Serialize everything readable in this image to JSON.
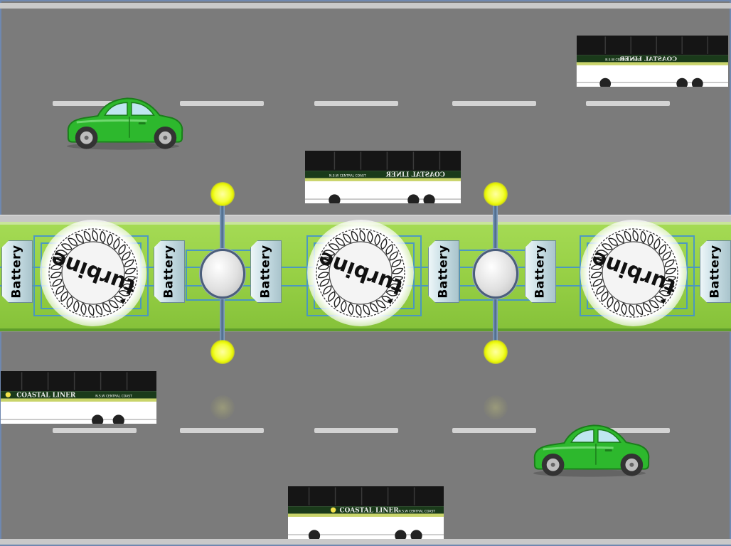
{
  "scene": {
    "colors": {
      "road": "#7b7b7b",
      "lane_line": "#d3d3d3",
      "median_green": "#98d146",
      "circuit_blue": "#3f8fd6",
      "lamp_yellow": "#f4ff3a",
      "car_green": "#2db82d",
      "bus_stripe": "#1a3a1a"
    },
    "batteries": [
      {
        "label": "Battery"
      },
      {
        "label": "Battery"
      },
      {
        "label": "Battery"
      },
      {
        "label": "Battery"
      },
      {
        "label": "Battery"
      },
      {
        "label": "Battery"
      }
    ],
    "turbines": [
      {
        "label": "turbine"
      },
      {
        "label": "turbine"
      },
      {
        "label": "turbine"
      }
    ],
    "buses": [
      {
        "brand": "COASTAL LINER",
        "sub": "N.S.W CENTRAL COAST",
        "mirrored": true
      },
      {
        "brand": "COASTAL LINER",
        "sub": "N.S.W CENTRAL COAST",
        "mirrored": true
      },
      {
        "brand": "COASTAL LINER",
        "sub": "N.S.W CENTRAL COAST",
        "mirrored": false
      },
      {
        "brand": "COASTAL LINER",
        "sub": "N.S.W CENTRAL COAST",
        "mirrored": false
      }
    ],
    "cars": [
      {
        "icon": "car-icon"
      },
      {
        "icon": "car-icon"
      }
    ],
    "street_lights": [
      {
        "icon": "street-light-icon"
      },
      {
        "icon": "street-light-icon"
      }
    ]
  }
}
